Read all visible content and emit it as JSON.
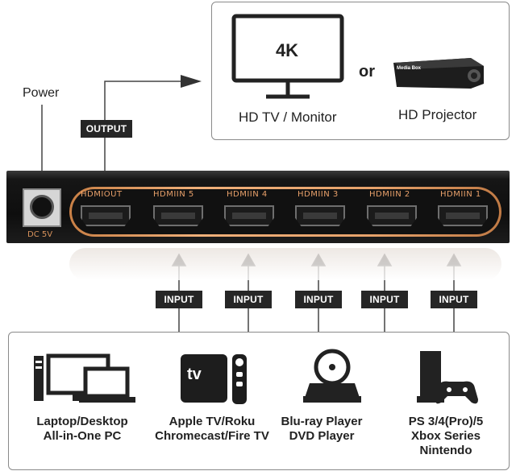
{
  "power_label": "Power",
  "output_tag": "OUTPUT",
  "input_tags": [
    "INPUT",
    "INPUT",
    "INPUT",
    "INPUT",
    "INPUT"
  ],
  "outputs": {
    "tv_badge": "4K",
    "tv_label": "HD TV / Monitor",
    "or_text": "or",
    "projector_badge": "Media Box",
    "projector_label": "HD Projector"
  },
  "device": {
    "dc_label": "DC 5V",
    "ports": [
      "HDMIOUT",
      "HDMIIN 5",
      "HDMIIN 4",
      "HDMIIN 3",
      "HDMIIN 2",
      "HDMIIN 1"
    ]
  },
  "sources": [
    {
      "label": "Laptop/Desktop\nAll-in-One PC",
      "icon": "laptop-desktop-icon"
    },
    {
      "label": "Apple TV/Roku\nChromecast/Fire TV",
      "icon": "apple-tv-icon",
      "badge": "tv"
    },
    {
      "label": "Blu-ray Player\nDVD Player",
      "icon": "bluray-player-icon"
    },
    {
      "label": "PS 3/4(Pro)/5\nXbox Series\nNintendo",
      "icon": "game-console-icon"
    }
  ],
  "colors": {
    "accent_copper": "#e6a26b",
    "device_black": "#111111",
    "tag_bg": "#262626",
    "border_gray": "#8a8a8a"
  }
}
